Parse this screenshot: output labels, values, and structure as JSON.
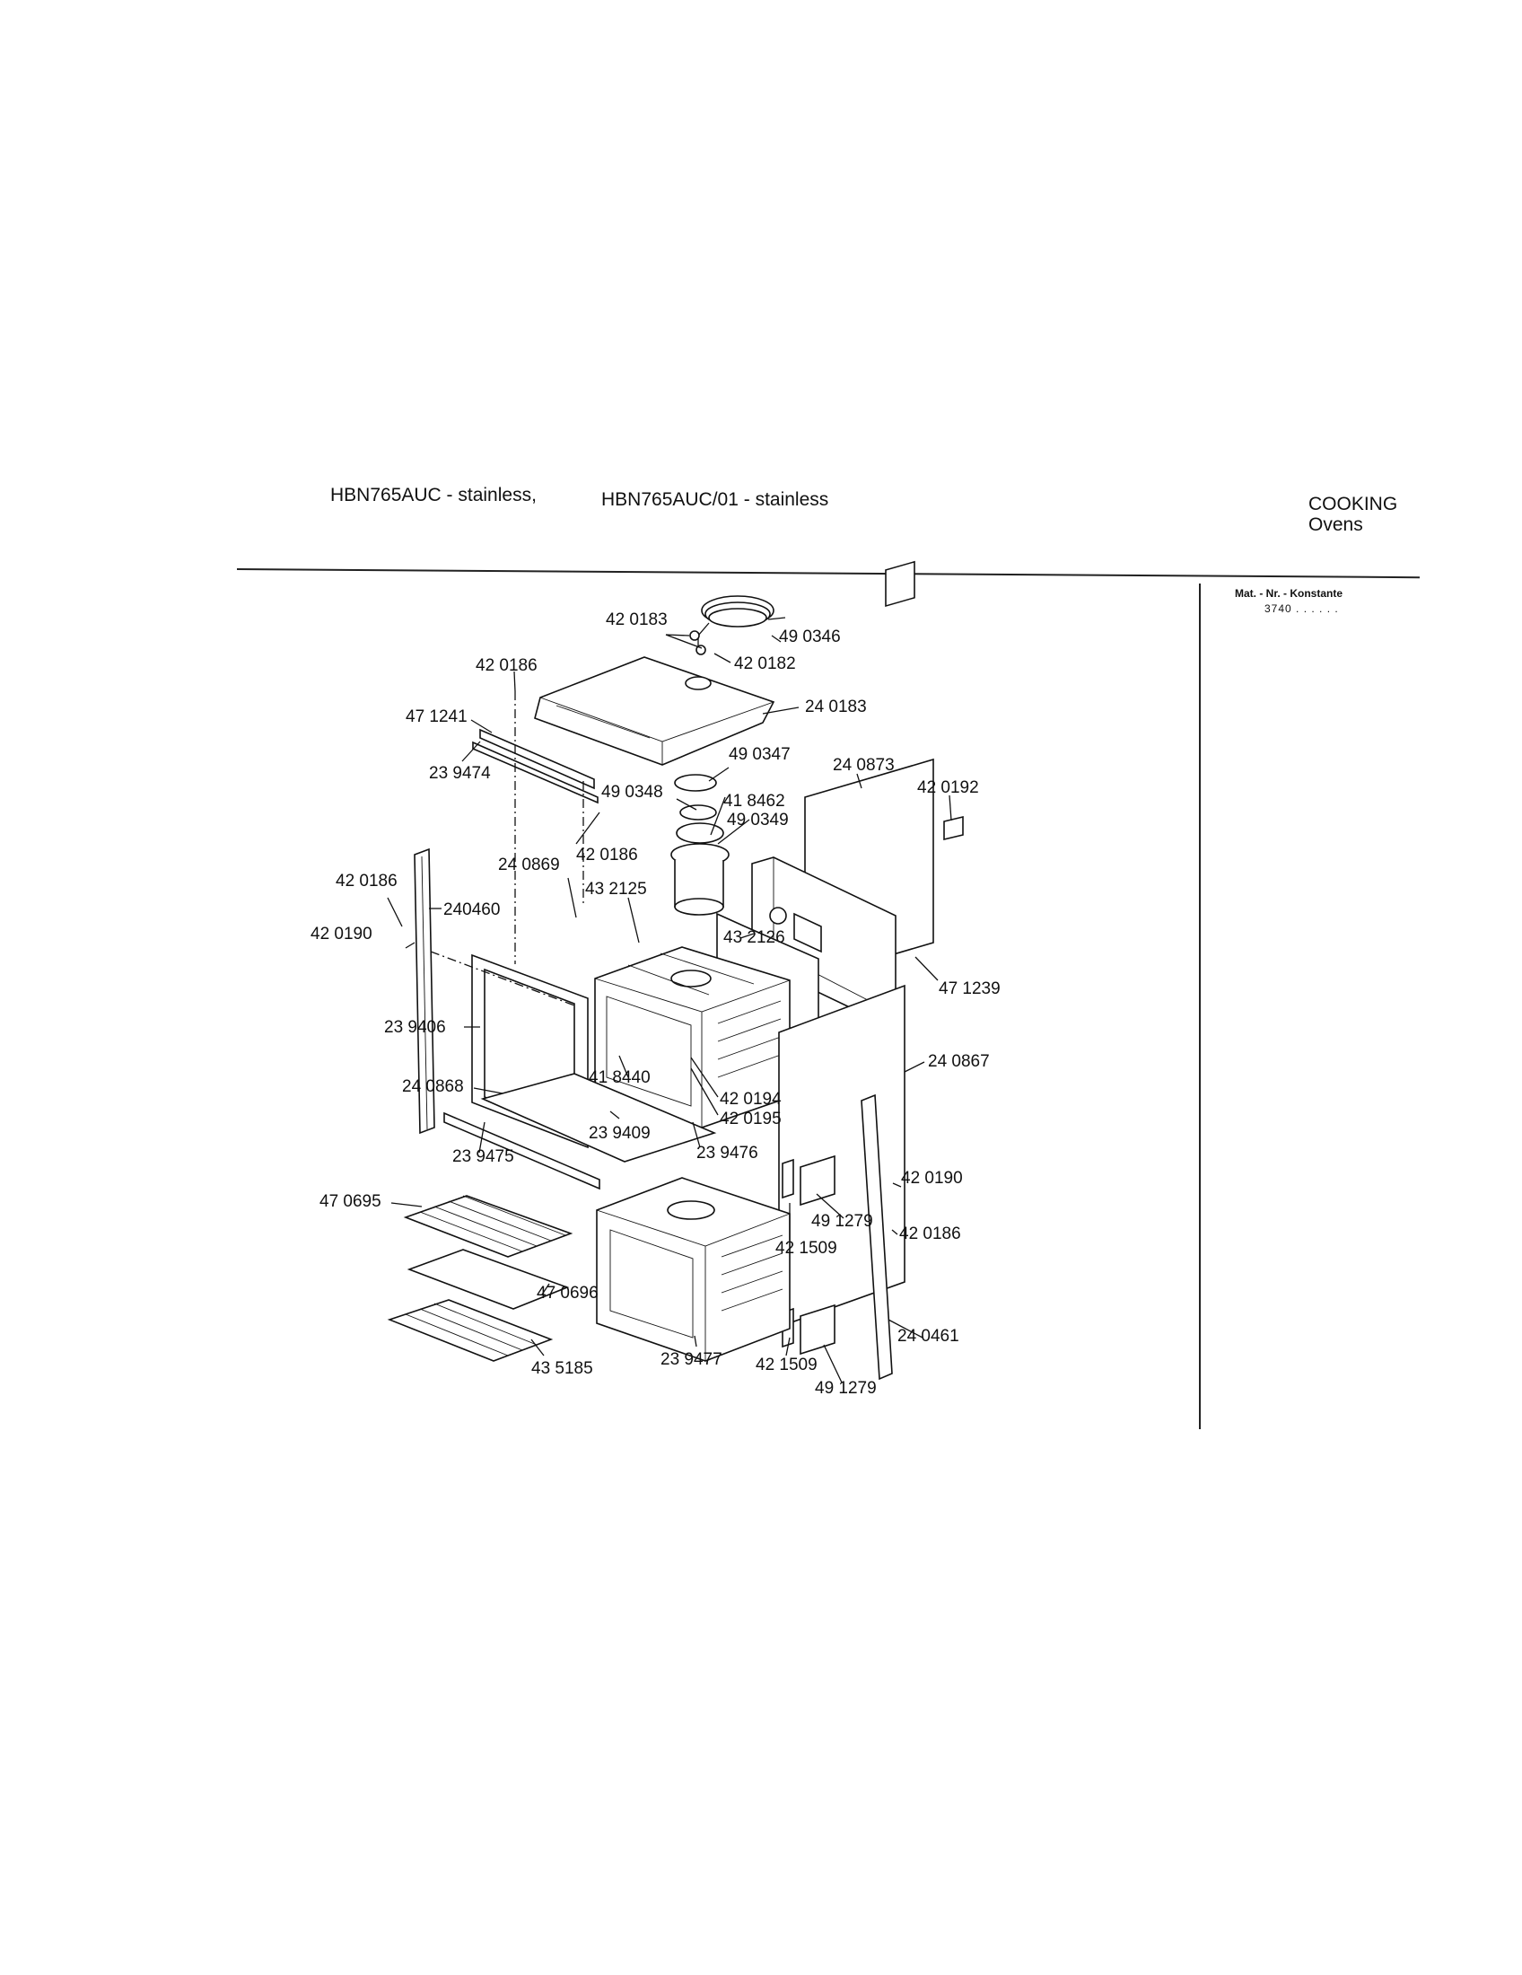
{
  "header": {
    "model_a": "HBN765AUC - stainless,",
    "model_b": "HBN765AUC/01 - stainless",
    "category": "COOKING",
    "subcategory": "Ovens"
  },
  "side_panel": {
    "mat_nr_label": "Mat. - Nr. - Konstante",
    "mat_nr_value": "3740 . .  . . . ."
  },
  "part_labels": [
    "42 0183",
    "49 0346",
    "42 0182",
    "42 0186",
    "24 0183",
    "47 1241",
    "23 9474",
    "49 0347",
    "24 0873",
    "42 0192",
    "49 0348",
    "41 8462",
    "49 0349",
    "42 0186",
    "24 0869",
    "43 2125",
    "42 0186",
    "240460",
    "42 0190",
    "43 2126",
    "47 1239",
    "23 9406",
    "24 0867",
    "41 8440",
    "24 0868",
    "42 0194",
    "42 0195",
    "23 9409",
    "23 9476",
    "23 9475",
    "42 0190",
    "47 0695",
    "49 1279",
    "42 0186",
    "42 1509",
    "47 0696",
    "24 0461",
    "23 9477",
    "42 1509",
    "43 5185",
    "49 1279"
  ]
}
